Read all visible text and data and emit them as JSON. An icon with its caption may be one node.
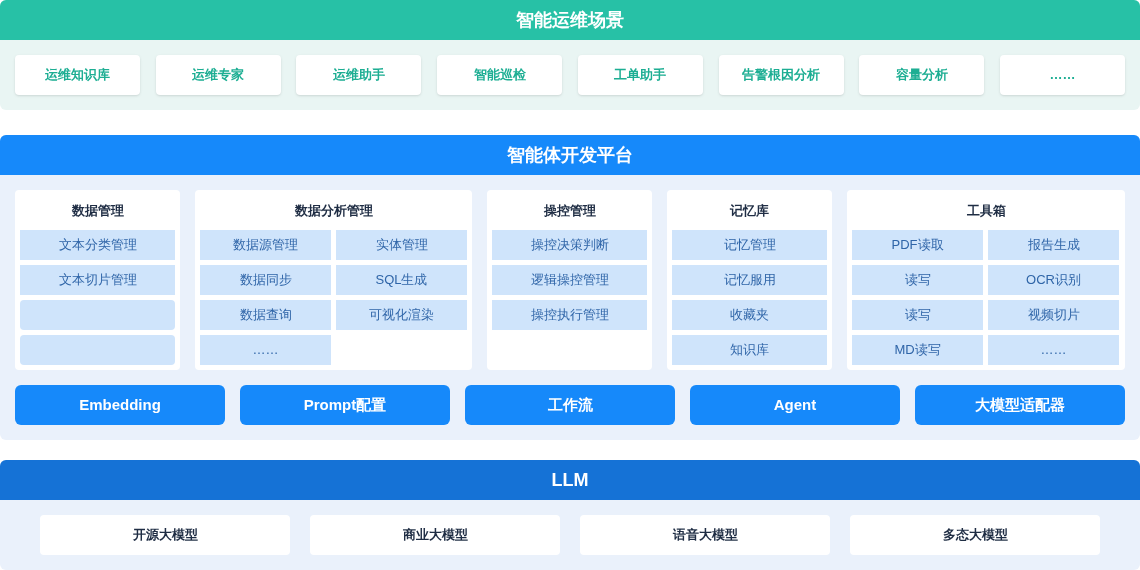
{
  "diagram": {
    "nodes": [
      {
        "text": [
          "智能运维场景"
        ]
      },
      {
        "text": [
          "运维知识库"
        ],
        "in": 0
      },
      {
        "text": [
          "运维专家"
        ],
        "in": 0
      },
      {
        "text": [
          "运维助手"
        ],
        "in": 0
      },
      {
        "text": [
          "智能巡检"
        ],
        "in": 0
      },
      {
        "text": [
          "工单助手"
        ],
        "in": 0
      },
      {
        "text": [
          "告警根因分析"
        ],
        "in": 0
      },
      {
        "text": [
          "容量分析"
        ],
        "in": 0
      },
      {
        "text": [
          "……"
        ],
        "in": 0
      },
      {
        "text": [
          "智能体开发平台"
        ]
      },
      {
        "text": [
          "数据管理"
        ],
        "in": 9
      },
      {
        "text": [
          "文本分类管理"
        ],
        "in": 10
      },
      {
        "text": [
          "文本切片管理"
        ],
        "in": 10
      },
      {
        "text": [],
        "shape": "box",
        "in": 10
      },
      {
        "text": [],
        "shape": "box",
        "in": 10
      },
      {
        "text": [
          "数据分析管理"
        ],
        "in": 9
      },
      {
        "text": [
          "数据源管理"
        ],
        "in": 15
      },
      {
        "text": [
          "实体管理"
        ],
        "in": 15
      },
      {
        "text": [
          "数据同步"
        ],
        "in": 15
      },
      {
        "text": [
          "SQL生成"
        ],
        "in": 15
      },
      {
        "text": [
          "数据查询"
        ],
        "in": 15
      },
      {
        "text": [
          "可视化渲染"
        ],
        "in": 15
      },
      {
        "text": [
          "……"
        ],
        "in": 15
      },
      {
        "text": [
          "操控管理"
        ],
        "in": 9
      },
      {
        "text": [
          "操控决策判断"
        ],
        "in": 23
      },
      {
        "text": [
          "逻辑操控管理"
        ],
        "in": 23
      },
      {
        "text": [
          "操控执行管理"
        ],
        "in": 23
      },
      {
        "text": [
          "记忆库"
        ],
        "in": 9
      },
      {
        "text": [
          "记忆管理"
        ],
        "in": 27
      },
      {
        "text": [
          "记忆服用"
        ],
        "in": 27
      },
      {
        "text": [
          "收藏夹"
        ],
        "in": 27
      },
      {
        "text": [
          "知识库"
        ],
        "in": 27
      },
      {
        "text": [
          "工具箱"
        ],
        "in": 9
      },
      {
        "text": [
          "PDF读取"
        ],
        "in": 32
      },
      {
        "text": [
          "报告生成"
        ],
        "in": 32
      },
      {
        "text": [
          "读写"
        ],
        "in": 32
      },
      {
        "text": [
          "OCR识别"
        ],
        "in": 32
      },
      {
        "text": [
          "读写"
        ],
        "in": 32
      },
      {
        "text": [
          "视频切片"
        ],
        "in": 32
      },
      {
        "text": [
          "MD读写"
        ],
        "in": 32
      },
      {
        "text": [
          "……"
        ],
        "in": 32
      },
      {
        "text": [
          "Embedding"
        ],
        "in": 9
      },
      {
        "text": [
          "Prompt配置"
        ],
        "in": 9
      },
      {
        "text": [
          "工作流"
        ],
        "in": 9
      },
      {
        "text": [
          "Agent"
        ],
        "in": 9
      },
      {
        "text": [
          "大模型适配器"
        ],
        "in": 9
      },
      {
        "text": [
          "LLM"
        ]
      },
      {
        "text": [
          "开源大模型"
        ],
        "in": 46
      },
      {
        "text": [
          "商业大模型"
        ],
        "in": 46
      },
      {
        "text": [
          "语音大模型"
        ],
        "in": 46
      },
      {
        "text": [
          "多态大模型"
        ],
        "in": 46
      }
    ]
  }
}
